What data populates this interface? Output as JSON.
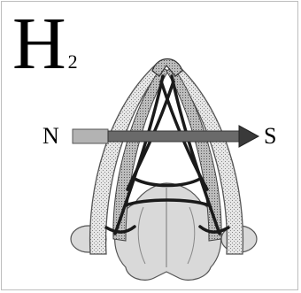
{
  "heading": {
    "letter": "H",
    "subscript": "2"
  },
  "labels": {
    "north": "N",
    "south": "S"
  },
  "colors": {
    "frame_border": "#bdbdbd",
    "arch_outer": "#6b6b6b",
    "arch_fill": "#c8c8c8",
    "arrow_tail": "#b3b3b3",
    "arrow_head": "#5a5a5a",
    "vessel_fill": "#d9d9d9",
    "dark_line": "#1a1a1a"
  },
  "icons": {
    "main_diagram": "horseshoe-arch-anatomy-diagram",
    "direction_arrow": "north-south-arrow"
  }
}
